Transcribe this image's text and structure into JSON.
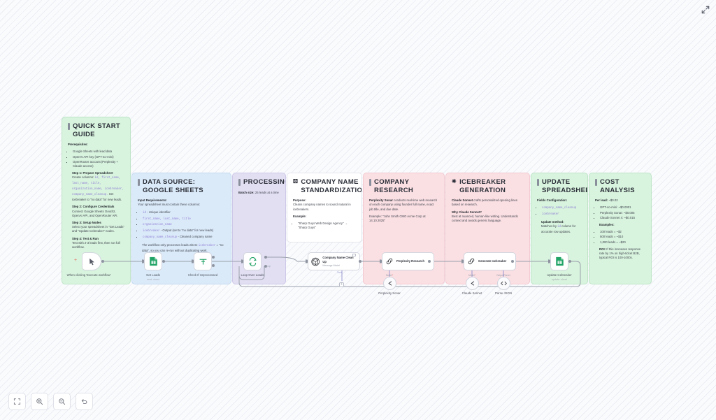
{
  "notes": [
    {
      "id": "quick-start-guide",
      "title": "QUICK START GUIDE",
      "prereq_label": "Prerequisites:",
      "prereqs": [
        "Google Sheets with lead data",
        "OpenAI API key (GPT-4o-mini)",
        "OpenRouter account (Perplexity + Claude access)"
      ],
      "step1_title": "Step 1: Prepare Spreadsheet",
      "step1_text_a": "Create columns: ",
      "step1_code": "id, first_name, last_name, title, organization_name, icebreaker, company_name_cleanup.",
      "step1_text_b": " Set icebreaker to \"no data\" for new leads.",
      "step2_title": "Step 2: Configure Credentials",
      "step2_text": "Connect Google Sheets OAuth2, OpenAI API, and OpenRouter API.",
      "step3_title": "Step 3: Setup Nodes",
      "step3_text": "Select your spreadsheet in \"Get Leads\" and \"Update Icebreaker\" nodes.",
      "step4_title": "Step 4: Test & Run",
      "step4_text": "Test with 2-3 leads first, then run full workflow."
    },
    {
      "id": "data-source",
      "title": "DATA SOURCE: GOOGLE SHEETS",
      "req_label": "Input Requirements:",
      "req_text": "Your spreadsheet must contain these columns:",
      "columns": [
        {
          "code": "id",
          "desc": " - Unique identifier"
        },
        {
          "code": "first_name, last_name, title",
          "desc": ""
        },
        {
          "code": "organization_name",
          "desc": ""
        },
        {
          "code": "icebreaker",
          "desc": " - Output (set to \"no data\" for new leads)"
        },
        {
          "code": "company_name_cleanup",
          "desc": " - Cleaned company name"
        }
      ],
      "footer_a": "The workflow only processes leads where ",
      "footer_code": "icebreaker",
      "footer_b": " = \"no data\", so you can re-run without duplicating work."
    },
    {
      "id": "processing",
      "title": "PROCESSING",
      "batch_label": "Batch size:",
      "batch_value": " 25 leads at a time"
    },
    {
      "id": "company-name-standardization",
      "title": "COMPANY NAME STANDARDIZATION",
      "icon": "link-icon",
      "purpose_label": "Purpose:",
      "purpose_text": "Cleans company names to sound natural in icebreakers.",
      "example_label": "Example:",
      "example_item": "\"Sharp Guys Web Design Agency\" → \"Sharp Guys\""
    },
    {
      "id": "company-research",
      "title": "COMPANY RESEARCH",
      "lead_strong": "Perplexity Sonar",
      "lead_text": " conducts real-time web research on each company using founder full name, exact job title, and due date.",
      "example_text": "Example: \"John Smith CMO Acme Corp at 14.10.2025\""
    },
    {
      "id": "icebreaker-generation",
      "title": "ICEBREAKER GENERATION",
      "icon": "sparkle-icon",
      "lead_strong": "Claude Sonnet",
      "lead_text": " crafts personalized opening lines based on research.",
      "why_title": "Why Claude Sonnet?",
      "why_text": "Best at nuanced, human-like writing. Understands context and avoids generic language."
    },
    {
      "id": "update-spreadsheet",
      "title": "UPDATE SPREADSHEET",
      "fields_label": "Fields Configuration:",
      "fields": [
        "company_name_cleanup",
        "icebreaker"
      ],
      "method_label": "Update method:",
      "method_text_a": "Matches by ",
      "method_code": "id",
      "method_text_b": " column for accurate row updates."
    },
    {
      "id": "cost-analysis",
      "title": "COST ANALYSIS",
      "per_lead_label": "Per lead:",
      "per_lead_value": " ~$0.02",
      "costs": [
        "GPT-4o-mini: ~$0.0001",
        "Perplexity Sonar: ~$0.005",
        "Claude Sonnet 4: ~$0.015"
      ],
      "examples_label": "Examples:",
      "examples": [
        "100 leads = ~$2",
        "500 leads = ~$10",
        "1,000 leads = ~$20"
      ],
      "roi_label": "ROI:",
      "roi_text": " If this increases response rate by 1% on high-ticket B2B, typical ROI is 100-1000x."
    }
  ],
  "nodes": [
    {
      "id": "trigger",
      "label": "When clicking 'Execute workflow'",
      "sublabel": "",
      "icon": "cursor-icon"
    },
    {
      "id": "get-loads",
      "label": "Get Loads",
      "sublabel": "read: sheet",
      "icon": "google-sheets-icon"
    },
    {
      "id": "check-if-unprocessed",
      "label": "Check If Unprocessed",
      "sublabel": "",
      "icon": "filter-icon"
    },
    {
      "id": "loop-over-loads",
      "label": "Loop Over Loads",
      "sublabel": "",
      "icon": "loop-icon"
    },
    {
      "id": "company-name-clean-up",
      "label": "Company Name Clean Up",
      "sublabel": "Message Model",
      "icon": "openai-icon"
    },
    {
      "id": "perplexity-research",
      "label": "Perplexity Research",
      "sublabel": "",
      "icon": "chain-icon"
    },
    {
      "id": "generate-icebreaker",
      "label": "Generate Icebreaker",
      "sublabel": "",
      "icon": "chain-icon"
    },
    {
      "id": "update-icebreaker",
      "label": "Update Icebreaker",
      "sublabel": "update: sheet",
      "icon": "google-sheets-icon"
    }
  ],
  "subnodes": [
    {
      "id": "perplexity-sonar",
      "caption": "Model",
      "required": "*",
      "label": "Perplexity Sonar",
      "icon": "anthropic-icon"
    },
    {
      "id": "claude-sonnet",
      "caption": "Model",
      "required": "*",
      "label": "Claude Sonnet",
      "icon": "anthropic-icon"
    },
    {
      "id": "parse-json",
      "caption": "Output Parser",
      "required": "",
      "label": "Parse JSON",
      "icon": "code-icon"
    }
  ],
  "edge_labels": {
    "loop": "loop",
    "done": "done",
    "tools": "Tools"
  },
  "toolbar": [
    {
      "id": "fit-view",
      "icon": "fit-view-icon"
    },
    {
      "id": "zoom-in",
      "icon": "zoom-in-icon"
    },
    {
      "id": "zoom-out",
      "icon": "zoom-out-icon"
    },
    {
      "id": "reset",
      "icon": "undo-icon"
    }
  ],
  "window": {
    "expand_icon": "expand-icon"
  }
}
